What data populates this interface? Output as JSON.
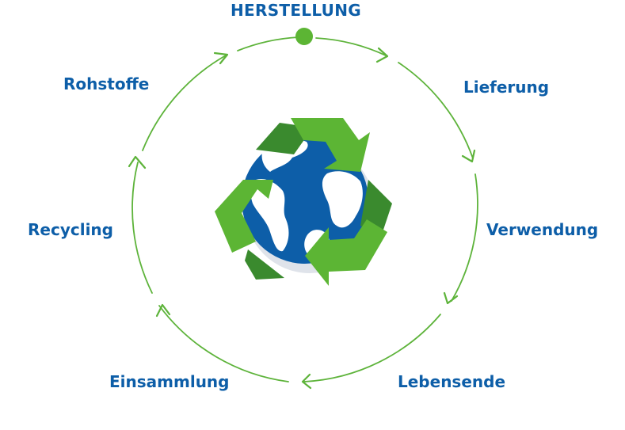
{
  "diagram": {
    "stages": [
      "HERSTELLUNG",
      "Lieferung",
      "Verwendung",
      "Lebensende",
      "Einsammlung",
      "Recycling",
      "Rohstoffe"
    ],
    "colors": {
      "text": "#0d5ea8",
      "cycle_line": "#5db33a",
      "arrow_light": "#5cb534",
      "arrow_dark": "#3a8a2e",
      "ocean": "#0d5ea8",
      "land": "#ffffff",
      "shadow": "#dfe3ea"
    },
    "center_icon": "recycling-globe-icon"
  }
}
